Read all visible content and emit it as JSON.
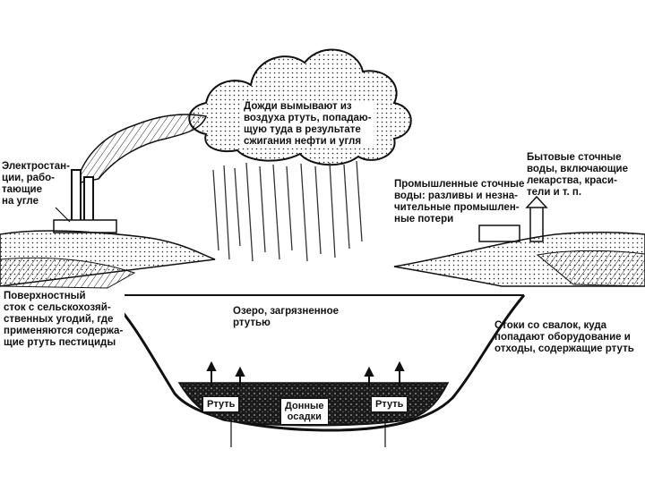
{
  "labels": {
    "rain": "Дожди вымывают из\nвоздуха ртуть, попадаю-\nщую туда в результате\nсжигания нефти и угля",
    "power_plants": "Электростан-\nции, рабо-\nтающие\nна угле",
    "industrial": "Промышленные сточные\nводы: разливы и незна-\nчительные промышлен-\nные потери",
    "household": "Бытовые сточные\nводы, включающие\nлекарства, краси-\nтели и т. п.",
    "runoff": "Поверхностный\nсток с сельскохозяй-\nственных угодий, где\nприменяются содержа-\nщие ртуть пестициды",
    "lake": "Озеро, загрязненное\nртутью",
    "dumps": "Стоки со свалок, куда\nпопадают оборудование и\nотходы, содержащие ртуть",
    "mercury_left": "Ртуть",
    "mercury_right": "Ртуть",
    "sediments": "Донные\nосадки"
  },
  "colors": {
    "ink": "#111111",
    "paper": "#ffffff",
    "sediment": "#1a1a1a"
  }
}
